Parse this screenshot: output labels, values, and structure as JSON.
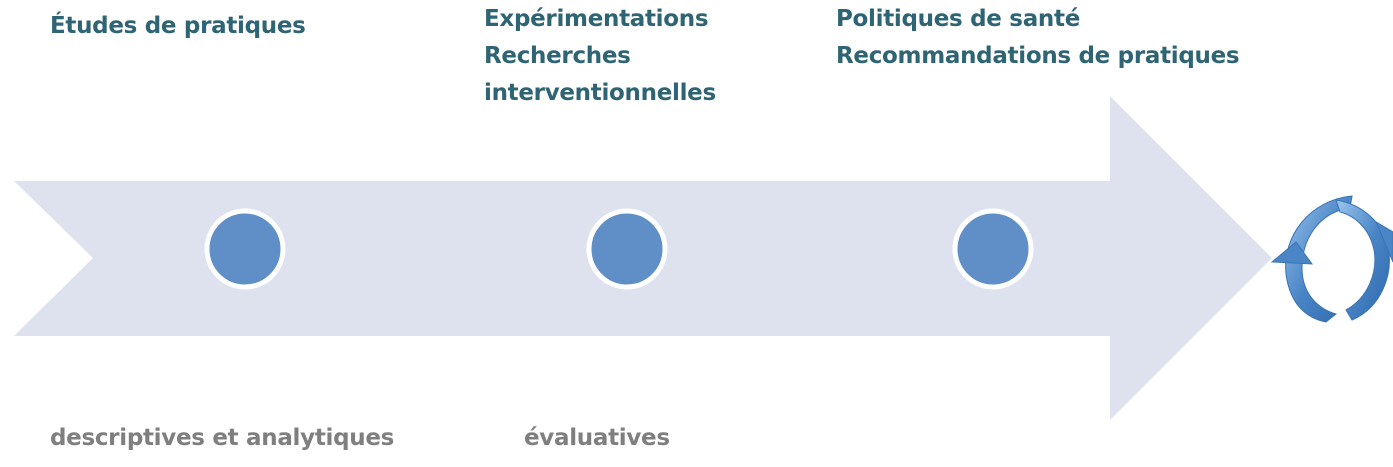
{
  "stages": [
    {
      "top_lines": [
        "Études de pratiques"
      ],
      "bottom": "descriptives et analytiques"
    },
    {
      "top_lines": [
        "Expérimentations",
        "Recherches",
        "interventionnelles"
      ],
      "bottom": "évaluatives"
    },
    {
      "top_lines": [
        "Politiques de santé",
        "Recommandations de pratiques"
      ],
      "bottom": ""
    }
  ],
  "colors": {
    "arrow_fill": "#dde2ee",
    "node_fill": "#5f8fc6",
    "node_stroke": "#ffffff",
    "top_text": "#2e6474",
    "bottom_text": "#7f7f7f",
    "cycle_icon": "#4a86c6"
  },
  "icons": {
    "cycle": "cycle-arrows-icon"
  }
}
